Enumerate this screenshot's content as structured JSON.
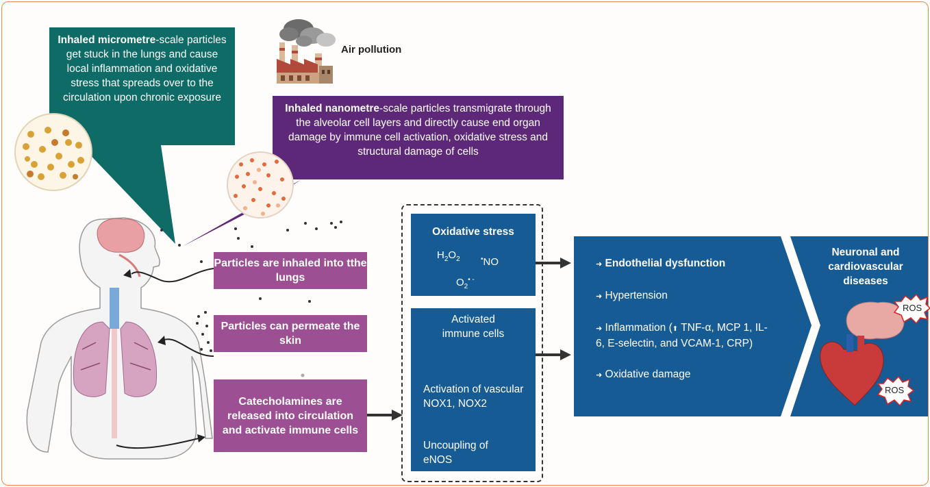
{
  "air_pollution": {
    "label": "Air pollution"
  },
  "micro_box": {
    "bold": "Inhaled micrometre",
    "rest": "-scale particles get stuck in the lungs and cause local inflammation and oxidative stress that spreads over to the circulation upon chronic exposure"
  },
  "nano_box": {
    "bold": "Inhaled nanometre",
    "rest": "-scale particles transmigrate through the alveolar cell layers and directly cause end organ damage by immune cell activation, oxidative stress and structural damage of cells"
  },
  "routes": {
    "inhaled": "Particles are inhaled into tthe lungs",
    "skin": "Particles can permeate the skin",
    "catecholamines": "Catecholamines are released into circulation and activate immune cells"
  },
  "oxidative": {
    "title": "Oxidative stress",
    "h2o2_h": "H",
    "h2o2_sub1": "2",
    "h2o2_o": "O",
    "h2o2_sub2": "2",
    "no_dot": "•",
    "no": "NO",
    "o2_o": "O",
    "o2_sub": "2",
    "o2_sup": "• -"
  },
  "immune": {
    "title": "Activated immune cells",
    "nox": "Activation of vascular NOX1, NOX2",
    "enos": "Uncoupling of eNOS"
  },
  "effects": {
    "endothelial": "Endothelial dysfunction",
    "hypertension": "Hypertension",
    "inflammation_a": "Inflammation (",
    "inflammation_b": " TNF-α, MCP 1, IL-6, E-selectin, and VCAM-1, CRP)",
    "oxidative_damage": "Oxidative damage",
    "arrow": "➜",
    "up": "⬆"
  },
  "outcome": {
    "title": "Neuronal and cardiovascular diseases",
    "ros1": "ROS",
    "ros2": "ROS"
  },
  "colors": {
    "teal": "#0e6b66",
    "purple": "#5e2878",
    "mauve": "#9c4f93",
    "blue": "#175b94",
    "frame": "#e8884a"
  }
}
